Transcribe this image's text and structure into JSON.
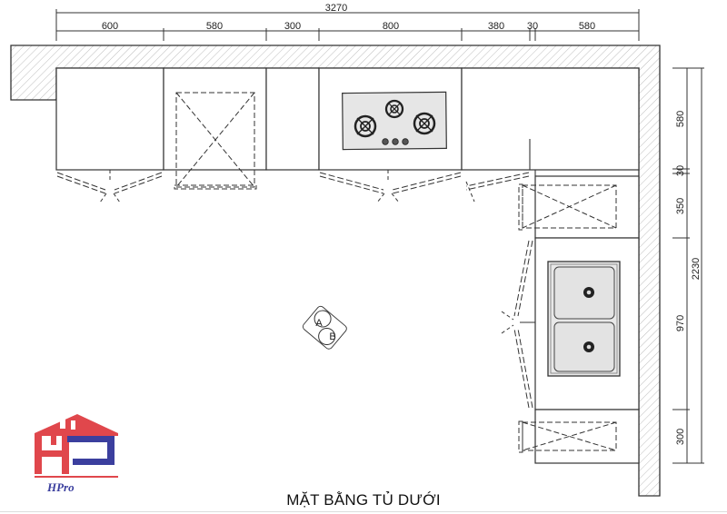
{
  "drawing": {
    "title": "MẶT BẰNG TỦ DƯỚI",
    "units": "mm",
    "colors": {
      "line": "#333333",
      "hatch": "#bbbbbb",
      "appliance_fill": "#e6e6e6",
      "logo_red": "#e0474c",
      "logo_blue": "#3b3f9e"
    }
  },
  "dimensions": {
    "top_total": "3270",
    "top_segments": [
      "600",
      "580",
      "300",
      "800",
      "380",
      "30",
      "580"
    ],
    "right_total": "2230",
    "right_segments": [
      "580",
      "30",
      "350",
      "970",
      "300"
    ]
  },
  "symbols": {
    "view_marker_a": "A",
    "view_marker_b": "B"
  },
  "appliances": {
    "hob": "gas-hob-3-burner",
    "sink": "double-bowl-sink"
  },
  "logo": {
    "text": "HPro"
  }
}
